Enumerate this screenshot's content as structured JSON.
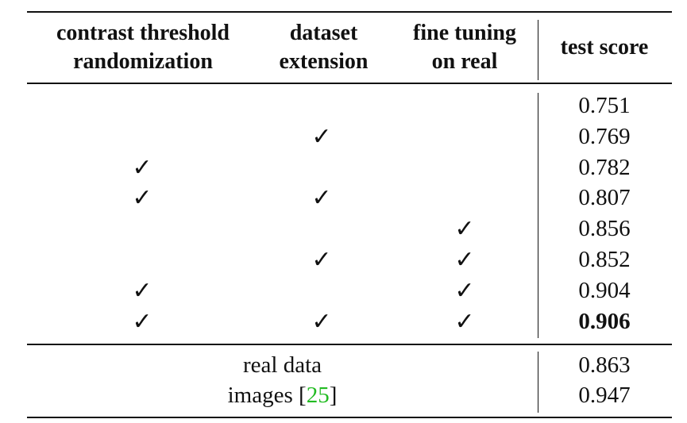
{
  "table": {
    "headers": {
      "col1": [
        "contrast threshold",
        "randomization"
      ],
      "col2": [
        "dataset",
        "extension"
      ],
      "col3": [
        "fine tuning",
        "on real"
      ],
      "col4": "test score"
    },
    "check_glyph": "✓",
    "rows": [
      {
        "c1": "",
        "c2": "",
        "c3": "",
        "score": "0.751"
      },
      {
        "c1": "",
        "c2": "✓",
        "c3": "",
        "score": "0.769"
      },
      {
        "c1": "✓",
        "c2": "",
        "c3": "",
        "score": "0.782"
      },
      {
        "c1": "✓",
        "c2": "✓",
        "c3": "",
        "score": "0.807"
      },
      {
        "c1": "",
        "c2": "",
        "c3": "✓",
        "score": "0.856"
      },
      {
        "c1": "",
        "c2": "✓",
        "c3": "✓",
        "score": "0.852"
      },
      {
        "c1": "✓",
        "c2": "",
        "c3": "✓",
        "score": "0.904"
      },
      {
        "c1": "✓",
        "c2": "✓",
        "c3": "✓",
        "score": "0.906",
        "bold": true
      }
    ],
    "baselines": [
      {
        "label": "real data",
        "score": "0.863"
      },
      {
        "label_prefix": "images [",
        "cite": "25",
        "label_suffix": "]",
        "score": "0.947"
      }
    ],
    "colors": {
      "citation": "#22bb22",
      "text": "#111111"
    }
  }
}
